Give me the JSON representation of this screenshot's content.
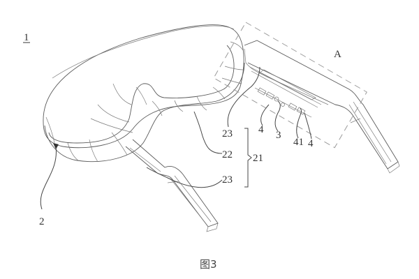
{
  "figure": {
    "caption": "图3",
    "assembly_label": "1",
    "detail_label": "A"
  },
  "labels": {
    "body": "2",
    "part_23_top": "23",
    "part_22": "22",
    "part_23_bottom": "23",
    "group_21": "21",
    "part_4_left": "4",
    "part_3": "3",
    "part_41": "41",
    "part_4_right": "4"
  },
  "colors": {
    "line": "#5a5a5a",
    "dash": "#9a9a9a",
    "text": "#333333",
    "background": "#ffffff"
  }
}
